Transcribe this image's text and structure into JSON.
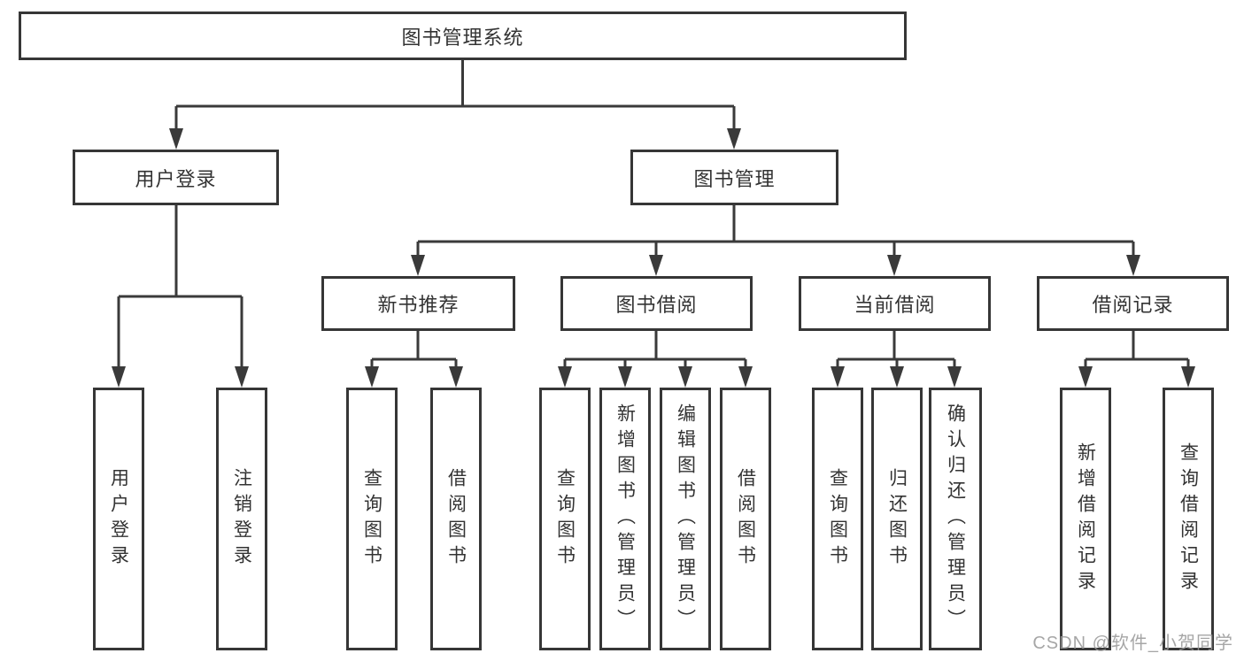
{
  "tree": {
    "root": {
      "label": "图书管理系统"
    },
    "level2": [
      {
        "label": "用户登录",
        "leaves": [
          "用户登录",
          "注销登录"
        ]
      },
      {
        "label": "图书管理",
        "groups": [
          {
            "label": "新书推荐",
            "leaves": [
              "查询图书",
              "借阅图书"
            ]
          },
          {
            "label": "图书借阅",
            "leaves": [
              "查询图书",
              "新增图书（管理员）",
              "编辑图书（管理员）",
              "借阅图书"
            ]
          },
          {
            "label": "当前借阅",
            "leaves": [
              "查询图书",
              "归还图书",
              "确认归还（管理员）"
            ]
          },
          {
            "label": "借阅记录",
            "leaves": [
              "新增借阅记录",
              "查询借阅记录"
            ]
          }
        ]
      }
    ]
  },
  "watermark": "CSDN @软件_小贺同学",
  "colors": {
    "line": "#3a3a3a",
    "border": "#363636",
    "text": "#333333",
    "watermark": "#969696",
    "background": "#ffffff"
  }
}
